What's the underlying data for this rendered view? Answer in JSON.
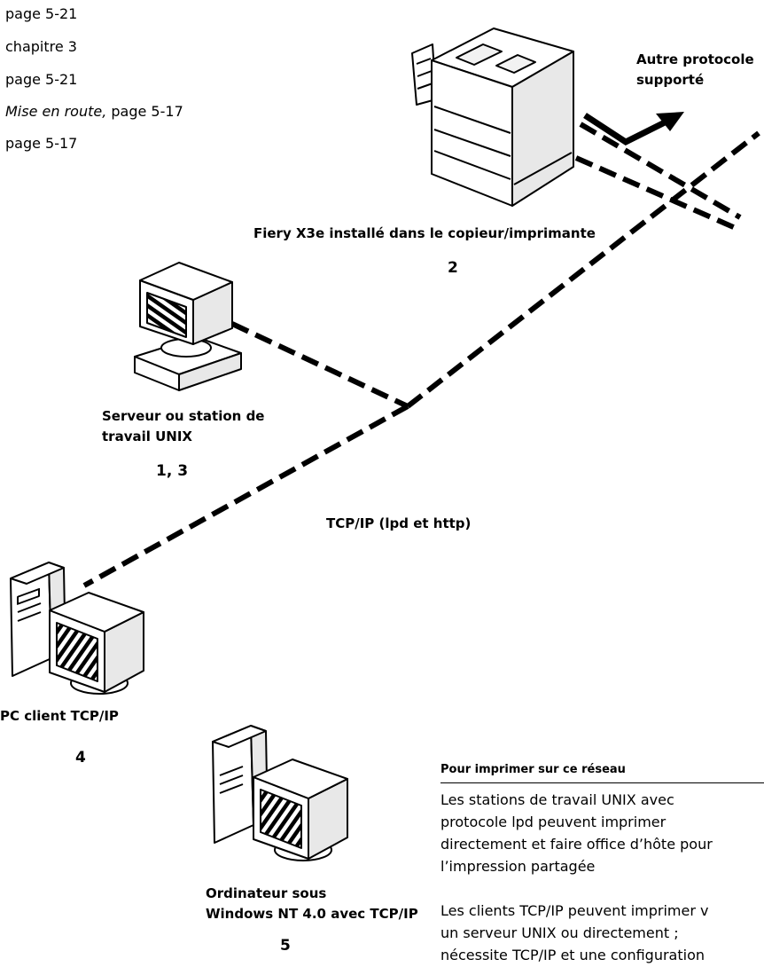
{
  "references": {
    "line1": "page 5-21",
    "line2": "chapitre 3",
    "line3": "page 5-21",
    "line4_italic": "Mise en route,",
    "line4_rest": " page 5-17",
    "line5": "page 5-17"
  },
  "labels": {
    "other_protocol": [
      "Autre protocole",
      "supporté"
    ],
    "fiery": "Fiery X3e installé dans le copieur/imprimante",
    "fiery_num": "2",
    "unix": [
      "Serveur ou station de",
      "travail UNIX"
    ],
    "unix_num": "1, 3",
    "network": "TCP/IP (lpd et http)",
    "pc_client": "PC client TCP/IP",
    "pc_client_num": "4",
    "nt": [
      "Ordinateur sous",
      "Windows NT 4.0 avec TCP/IP"
    ],
    "nt_num": "5"
  },
  "panel": {
    "title": "Pour imprimer sur ce réseau",
    "paragraph1": [
      "Les stations de travail UNIX avec",
      "protocole lpd peuvent imprimer",
      "directement et faire office d’hôte pour",
      "l’impression partagée"
    ],
    "paragraph2": [
      "Les clients TCP/IP peuvent imprimer v",
      "un serveur UNIX ou directement ;",
      "nécessite TCP/IP et une configuration"
    ]
  }
}
